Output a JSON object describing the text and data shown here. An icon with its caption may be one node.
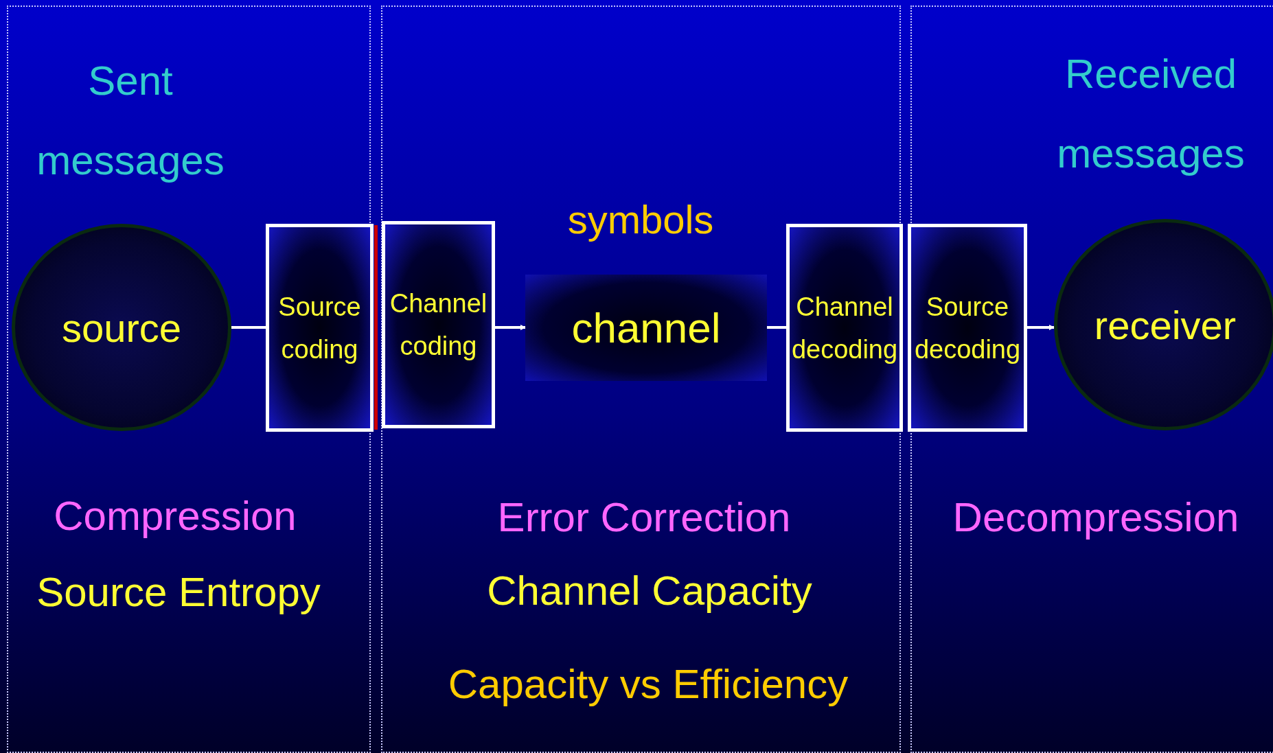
{
  "diagram": {
    "nodes": [
      {
        "text": [
          "source"
        ]
      },
      {
        "text": [
          "Source coding"
        ]
      },
      {
        "text": [
          "Channel coding"
        ]
      },
      {
        "text": [
          "channel"
        ]
      },
      {
        "text": [
          "Channel decoding"
        ]
      },
      {
        "text": [
          "Source decoding"
        ]
      },
      {
        "text": [
          "receiver"
        ]
      }
    ],
    "edges": [
      {
        "from": 0,
        "to": 1,
        "arrow": "none"
      },
      {
        "from": 2,
        "to": 3,
        "arrow": "to"
      },
      {
        "from": 3,
        "to": 4,
        "arrow": "none"
      },
      {
        "from": 5,
        "to": 6,
        "arrow": "to"
      }
    ],
    "labels": [
      "Sent messages",
      "Received messages",
      "symbols",
      "Compression",
      "Error Correction",
      "Decompression",
      "Source Entropy",
      "Channel Capacity",
      "Capacity vs Efficiency"
    ]
  }
}
